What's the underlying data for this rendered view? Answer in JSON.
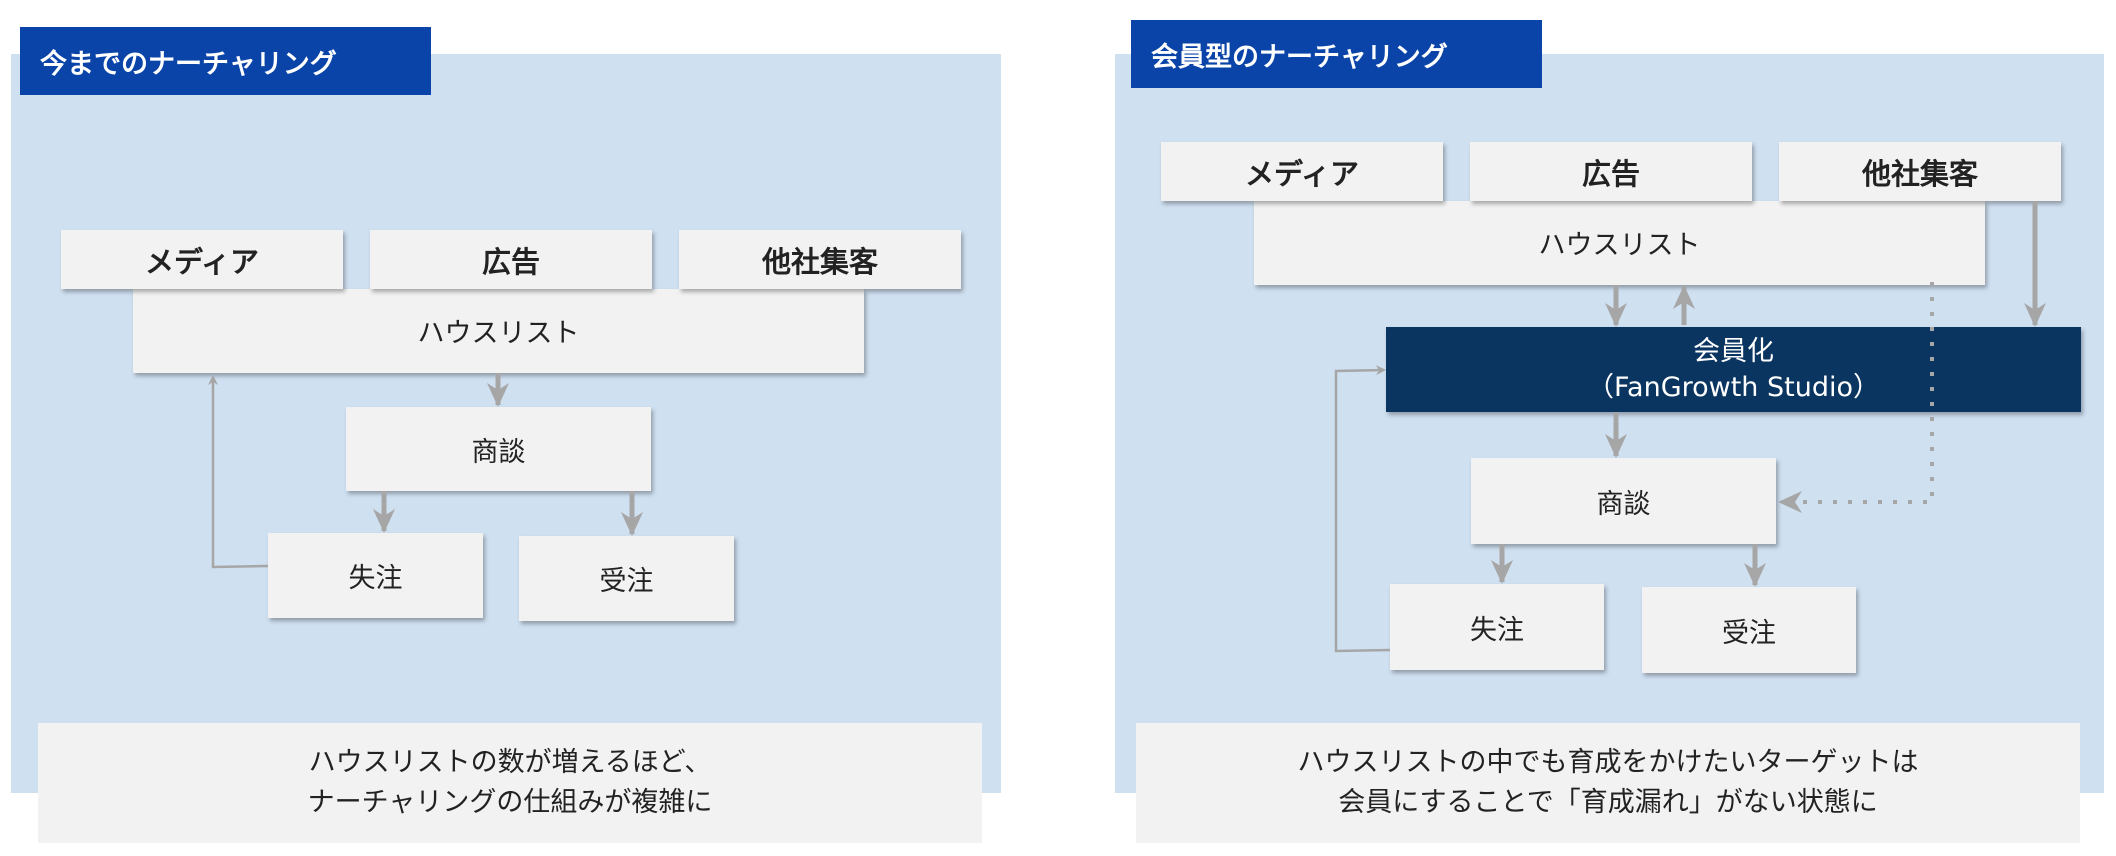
{
  "left": {
    "title": "今までのナーチャリング",
    "sources": [
      "メディア",
      "広告",
      "他社集客"
    ],
    "house_list": "ハウスリスト",
    "negotiation": "商談",
    "lost": "失注",
    "won": "受注",
    "note": [
      "ハウスリストの数が増えるほど、",
      "ナーチャリングの仕組みが複雑に"
    ]
  },
  "right": {
    "title": "会員型のナーチャリング",
    "sources": [
      "メディア",
      "広告",
      "他社集客"
    ],
    "house_list": "ハウスリスト",
    "membership": [
      "会員化",
      "（FanGrowth Studio）"
    ],
    "negotiation": "商談",
    "lost": "失注",
    "won": "受注",
    "note": [
      "ハウスリストの中でも育成をかけたいターゲットは",
      "会員にすることで「育成漏れ」がない状態に"
    ]
  },
  "colors": {
    "title_bg": "#0a44a8",
    "panel_bg": "#cfe0f1",
    "member_bg": "#0a3560",
    "arrow": "#a6a6a6"
  }
}
